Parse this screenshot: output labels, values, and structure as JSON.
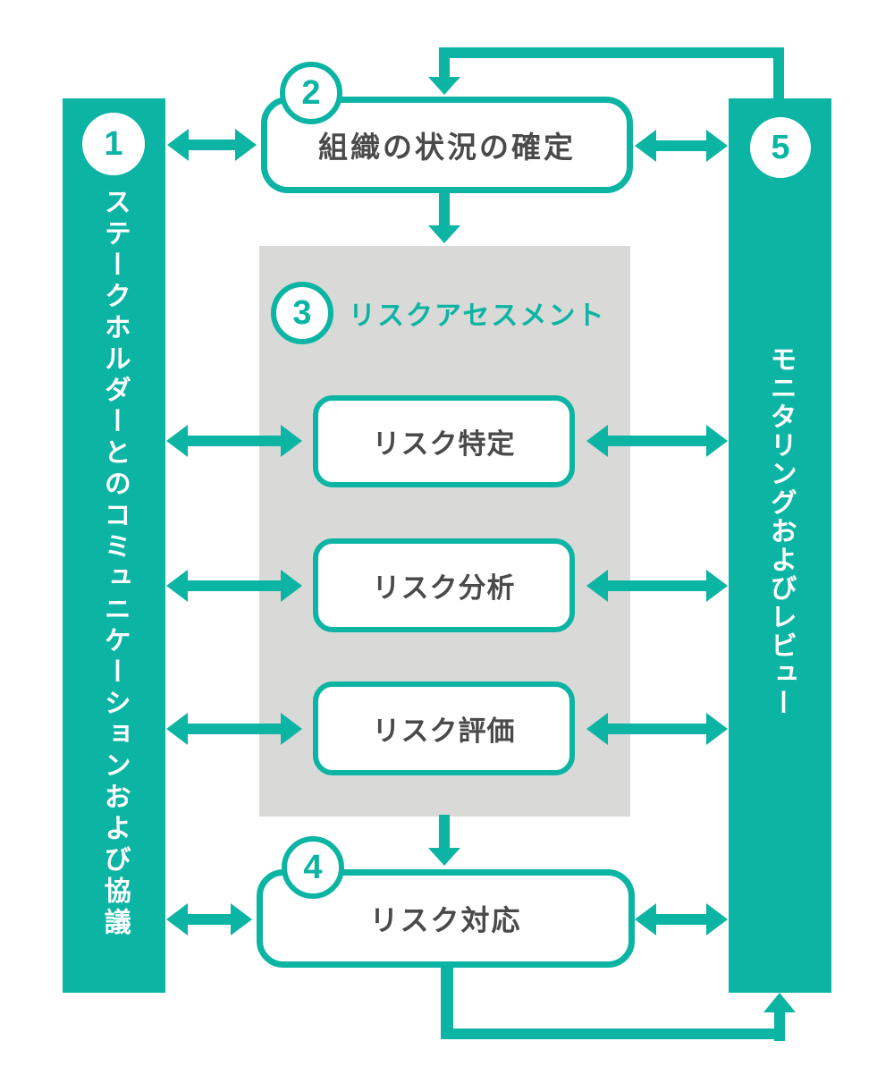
{
  "colors": {
    "accent_teal": "#0cb4a4",
    "panel_gray": "#d9d9d8",
    "label_dark": "#4a4a4a",
    "badge_background": "#ffffff"
  },
  "diagram": {
    "step1": {
      "number": "1",
      "label": "ステークホルダーとのコミュニケーションおよび協議"
    },
    "step2": {
      "number": "2",
      "label": "組織の状況の確定"
    },
    "step3": {
      "number": "3",
      "label": "リスクアセスメント",
      "sub_steps": [
        {
          "label": "リスク特定"
        },
        {
          "label": "リスク分析"
        },
        {
          "label": "リスク評価"
        }
      ]
    },
    "step4": {
      "number": "4",
      "label": "リスク対応"
    },
    "step5": {
      "number": "5",
      "label": "モニタリングおよびレビュー"
    }
  }
}
